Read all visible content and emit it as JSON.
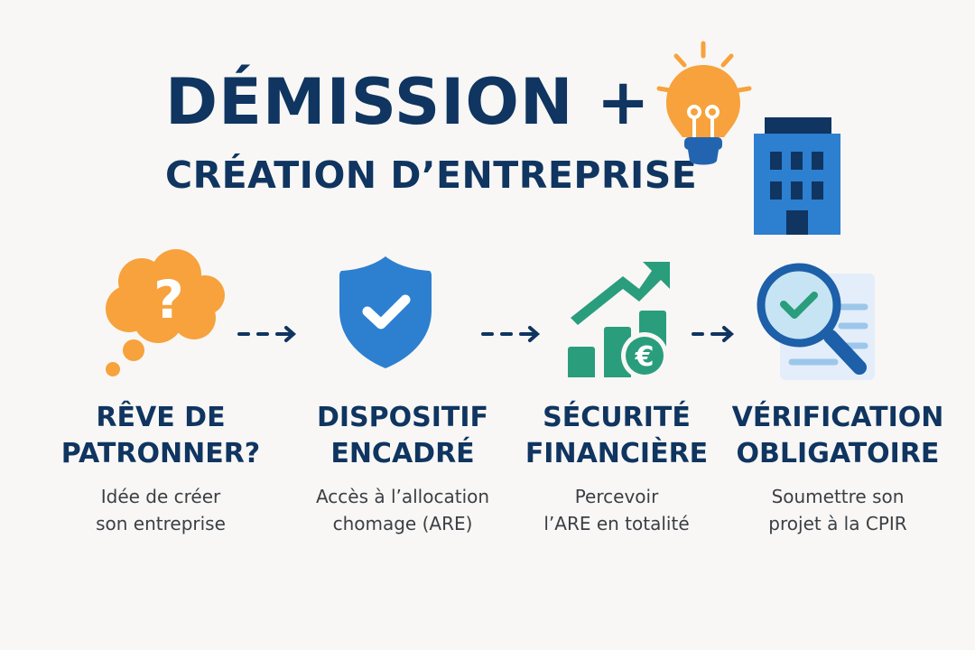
{
  "header": {
    "title_line1": "DÉMISSION +",
    "title_line2": "CRÉATION D’ENTREPRISE",
    "icons": [
      "lightbulb-icon",
      "office-building-icon"
    ]
  },
  "colors": {
    "navy": "#0f3560",
    "orange": "#f7a23c",
    "blue": "#2d7fd0",
    "green": "#2a9d7c",
    "background": "#f8f7f5"
  },
  "steps": [
    {
      "icon": "thought-bubble-question-icon",
      "title_line1": "RÊVE DE",
      "title_line2": "PATRONNER?",
      "desc_line1": "Idée de créer",
      "desc_line2": "son entreprise"
    },
    {
      "icon": "shield-check-icon",
      "title_line1": "DISPOSITIF",
      "title_line2": "ENCADRÉ",
      "desc_line1": "Accès à l’allocation",
      "desc_line2": "chomage (ARE)"
    },
    {
      "icon": "growth-chart-euro-icon",
      "title_line1": "SÉCURITÉ",
      "title_line2": "FINANCIÈRE",
      "desc_line1": "Percevoir",
      "desc_line2": "l’ARE en totalité"
    },
    {
      "icon": "magnifier-document-check-icon",
      "title_line1": "VÉRIFICATION",
      "title_line2": "OBLIGATOIRE",
      "desc_line1": "Soumettre son",
      "desc_line2": "projet à la CPIR"
    }
  ],
  "arrows": [
    "dashed-arrow-icon",
    "dashed-arrow-icon",
    "dashed-arrow-icon"
  ]
}
